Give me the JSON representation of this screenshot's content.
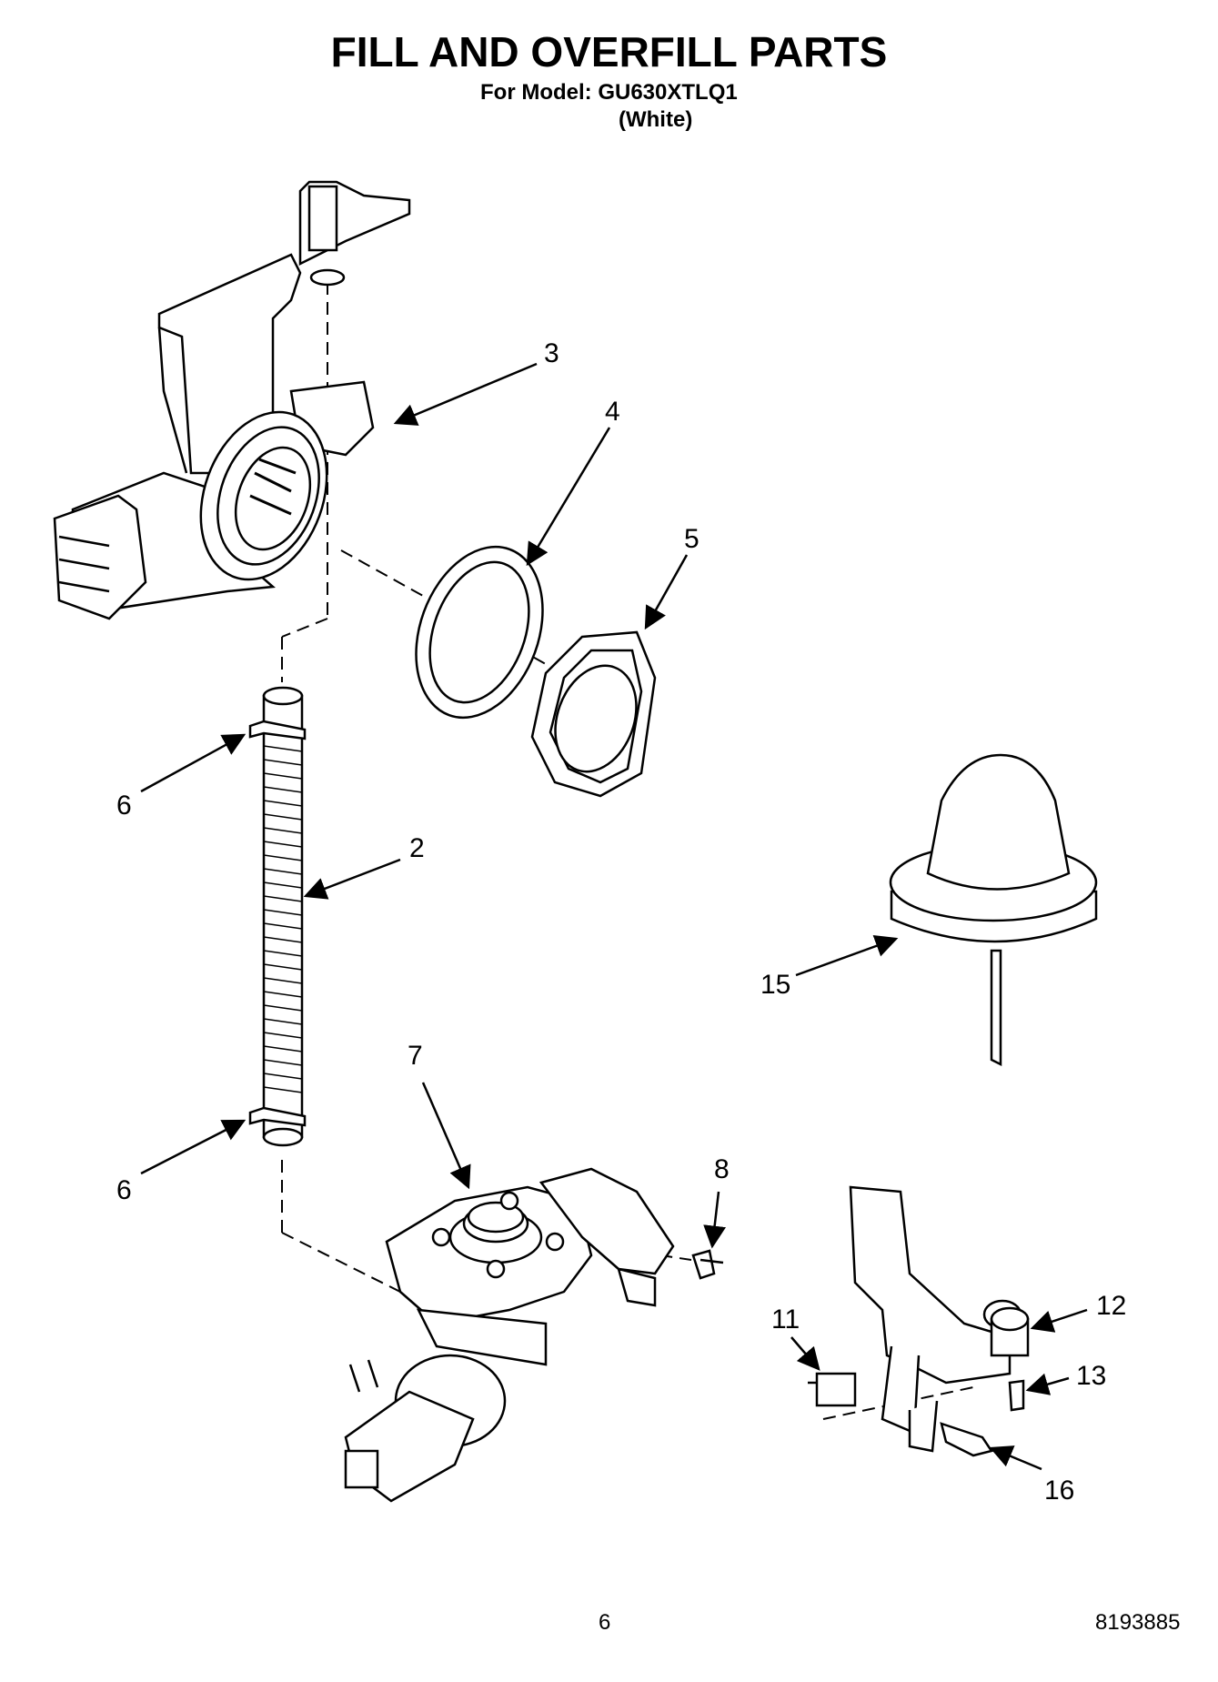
{
  "header": {
    "title": "FILL AND OVERFILL PARTS",
    "model_line": "For Model: GU630XTLQ1",
    "variant": "(White)"
  },
  "callouts": [
    "3",
    "4",
    "5",
    "6",
    "2",
    "15",
    "7",
    "6",
    "8",
    "11",
    "12",
    "13",
    "16"
  ],
  "parts": [
    {
      "number": "2",
      "part": "hose-icon"
    },
    {
      "number": "3",
      "part": "fill-funnel-icon"
    },
    {
      "number": "4",
      "part": "gasket-icon"
    },
    {
      "number": "5",
      "part": "nut-icon"
    },
    {
      "number": "6",
      "part": "hose-clamp-icon"
    },
    {
      "number": "7",
      "part": "water-valve-icon"
    },
    {
      "number": "8",
      "part": "screw-icon"
    },
    {
      "number": "11",
      "part": "switch-icon"
    },
    {
      "number": "12",
      "part": "bracket-icon"
    },
    {
      "number": "13",
      "part": "screw-icon"
    },
    {
      "number": "15",
      "part": "float-icon"
    },
    {
      "number": "16",
      "part": "lever-icon"
    }
  ],
  "footer": {
    "page_number": "6",
    "doc_number": "8193885"
  }
}
